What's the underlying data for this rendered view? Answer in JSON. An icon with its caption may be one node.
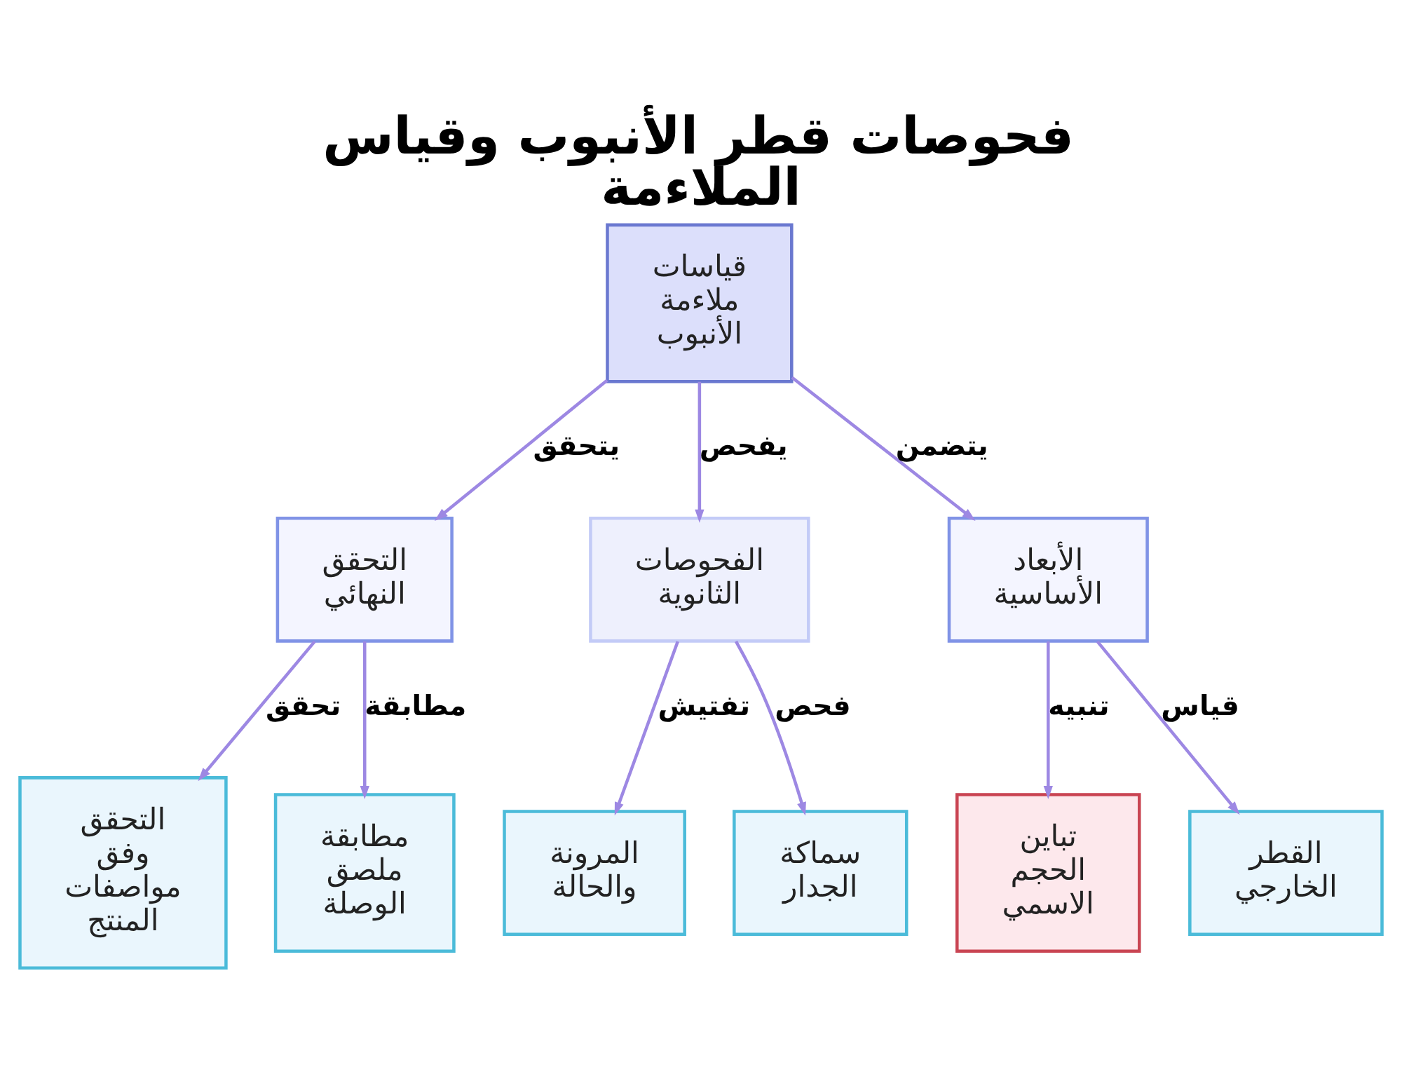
{
  "diagram": {
    "title": "فحوصات قطر الأنبوب وقياس الملاءمة",
    "nodes": [
      {
        "text": [
          "قياسات ملاءمة الأنبوب"
        ]
      },
      {
        "text": [
          "الأبعاد الأساسية"
        ]
      },
      {
        "text": [
          "الفحوصات الثانوية"
        ]
      },
      {
        "text": [
          "التحقق النهائي"
        ]
      },
      {
        "text": [
          "القطر الخارجي"
        ]
      },
      {
        "text": [
          "تباين الحجم الاسمي"
        ]
      },
      {
        "text": [
          "سماكة الجدار"
        ]
      },
      {
        "text": [
          "المرونة والحالة"
        ]
      },
      {
        "text": [
          "مطابقة ملصق الوصلة"
        ]
      },
      {
        "text": [
          "التحقق وفق مواصفات المنتج"
        ]
      }
    ],
    "edges": [
      {
        "from": 0,
        "to": 1,
        "arrow": "to",
        "label": "يتضمن"
      },
      {
        "from": 0,
        "to": 2,
        "arrow": "to",
        "label": "يفحص"
      },
      {
        "from": 0,
        "to": 3,
        "arrow": "to",
        "label": "يتحقق"
      },
      {
        "from": 1,
        "to": 4,
        "arrow": "to",
        "label": "قياس"
      },
      {
        "from": 1,
        "to": 5,
        "arrow": "to",
        "label": "تنبيه"
      },
      {
        "from": 2,
        "to": 6,
        "arrow": "to",
        "label": "فحص"
      },
      {
        "from": 2,
        "to": 7,
        "arrow": "to",
        "label": "تفتيش"
      },
      {
        "from": 3,
        "to": 8,
        "arrow": "to",
        "label": "مطابقة"
      },
      {
        "from": 3,
        "to": 9,
        "arrow": "to",
        "label": "تحقق"
      }
    ]
  }
}
